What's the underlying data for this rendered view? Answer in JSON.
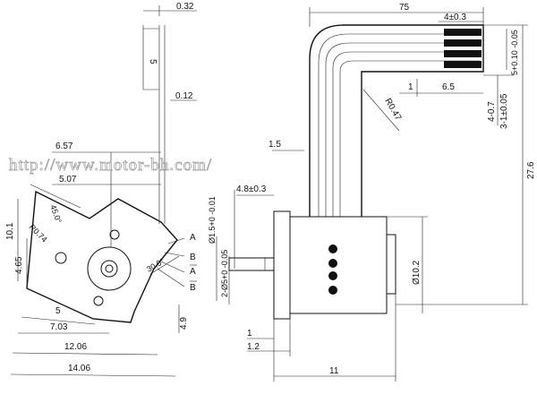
{
  "watermark": "http://www.motor-bh.com/",
  "side_view": {
    "dims": {
      "d_0_32": "0.32",
      "d_5": "5",
      "d_0_12": "0.12",
      "d_6_57": "6.57",
      "d_5_07": "5.07",
      "d_10_1": "10.1",
      "d_4_65": "4.65",
      "d_r0_74": "R0.74",
      "d_45": "45.0°",
      "d_30": "30.0°",
      "d_5b": "5",
      "d_7_03": "7.03",
      "d_12_06": "12.06",
      "d_14_06": "14.06",
      "d_4_9": "4.9"
    },
    "pins": [
      "A",
      "B",
      "A",
      "B"
    ]
  },
  "front_view": {
    "dims": {
      "d_75": "75",
      "d_4_0_3": "4±0.3",
      "d_5_tol": "5+0.10 -0.05",
      "d_1": "1",
      "d_6_5": "6.5",
      "d_r0_47": "R0.47",
      "d_4_0_7": "4-0.7",
      "d_3_1": "3-1±0.05",
      "d_27_6": "27.6",
      "d_1_5": "1.5",
      "d_4_8": "4.8±0.3",
      "d_phi1_5": "Ø1.5+0 -0.01",
      "d_2_phi5": "2-Ø5+0 -0.05",
      "d_phi10_2": "Ø10.2",
      "d_1b": "1",
      "d_1_2": "1.2",
      "d_11": "11"
    }
  }
}
